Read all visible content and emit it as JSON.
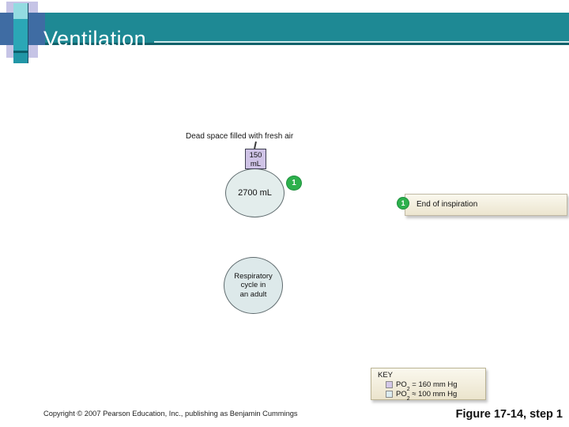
{
  "slide": {
    "title": "Ventilation"
  },
  "diagram": {
    "dead_space_label": "Dead space filled with fresh air",
    "dead_space_box": {
      "line1": "150",
      "line2": "mL"
    },
    "lung_volume": "2700 mL",
    "step_number": "1",
    "step_callout": "End of inspiration",
    "cycle_circle": {
      "line1": "Respiratory",
      "line2": "cycle in",
      "line3": "an adult"
    }
  },
  "key": {
    "title": "KEY",
    "rows": [
      {
        "label_prefix": "PO",
        "label_sub": "2",
        "label_rest": " = 160 mm Hg",
        "swatch_color": "#d4c8e8"
      },
      {
        "label_prefix": "PO",
        "label_sub": "2",
        "label_rest": " ≈ 100 mm Hg",
        "swatch_color": "#dcebee"
      }
    ]
  },
  "footer": {
    "copyright": "Copyright © 2007 Pearson Education, Inc., publishing as Benjamin Cummings",
    "figure_caption": "Figure 17-14, step 1"
  },
  "colors": {
    "header_teal": "#1e8994",
    "header_teal_border": "#11616a",
    "header_blue_band": "#3f6ca3",
    "lavender_square": "#c6c4e6",
    "lozenge_light": "#93dbe1",
    "lozenge_body": "#2ba7b6",
    "dead_space_fill": "#cfc3e6",
    "alveolar_fill": "#e3edec",
    "step_badge_green": "#2db04c",
    "callout_cream": "#f8f5e8"
  }
}
